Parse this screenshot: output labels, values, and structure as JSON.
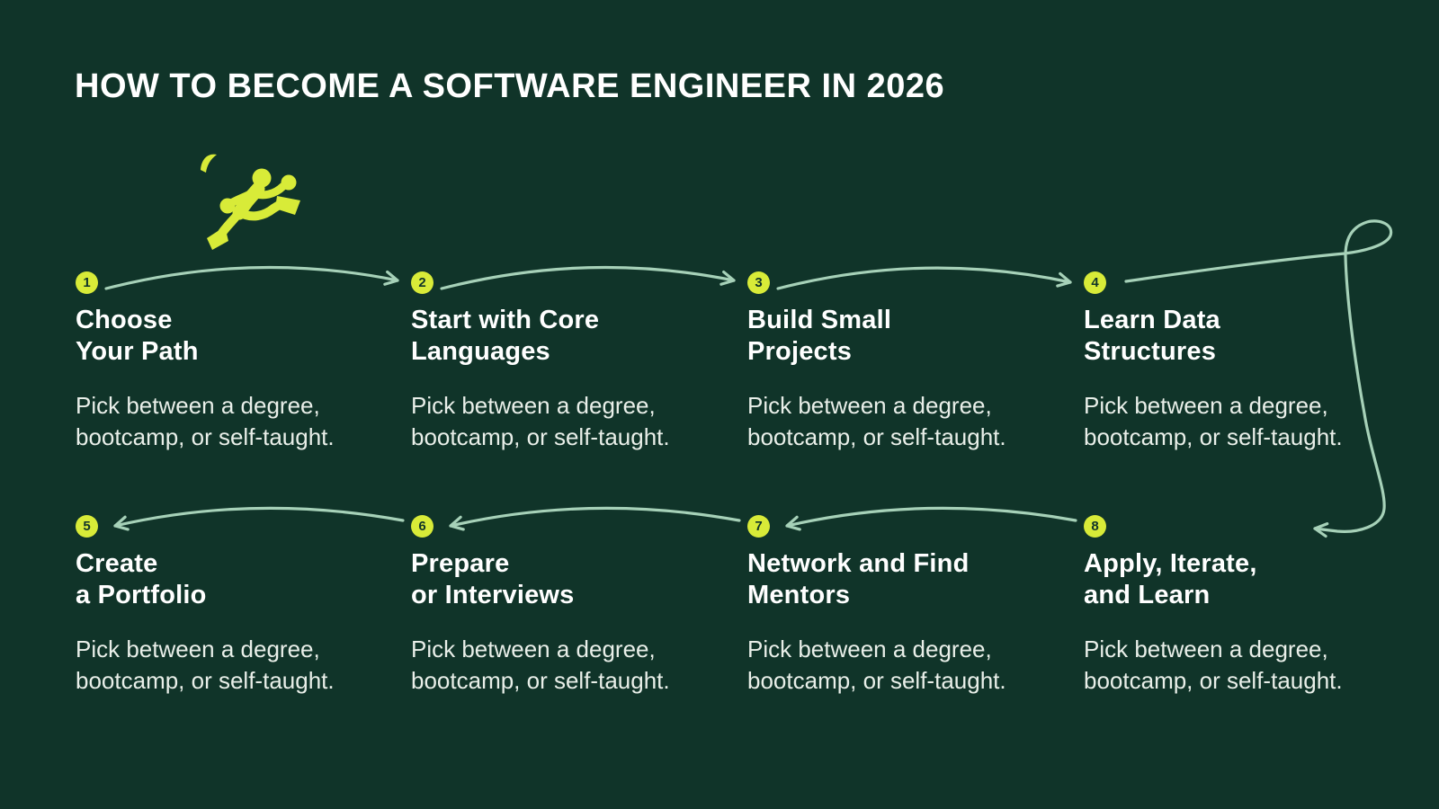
{
  "title": "HOW TO BECOME A SOFTWARE ENGINEER IN 2026",
  "colors": {
    "background": "#103429",
    "lime": "#d8eb38",
    "mint": "#a6d1b8",
    "title_text": "#ffffff",
    "body_text": "#e9efe9"
  },
  "icons": {
    "runner": "running-person-icon",
    "flow_arrow": "chevron-arrow-icon"
  },
  "steps": [
    {
      "number": "1",
      "title": "Choose\nYour Path",
      "description": "Pick between a degree,\nbootcamp, or self-taught."
    },
    {
      "number": "2",
      "title": "Start with Core\nLanguages",
      "description": "Pick between a degree,\nbootcamp, or self-taught."
    },
    {
      "number": "3",
      "title": "Build Small\nProjects",
      "description": "Pick between a degree,\nbootcamp, or self-taught."
    },
    {
      "number": "4",
      "title": "Learn Data\nStructures",
      "description": "Pick between a degree,\nbootcamp, or self-taught."
    },
    {
      "number": "5",
      "title": "Create\na Portfolio",
      "description": "Pick between a degree,\nbootcamp, or self-taught."
    },
    {
      "number": "6",
      "title": "Prepare\nor Interviews",
      "description": "Pick between a degree,\nbootcamp, or self-taught."
    },
    {
      "number": "7",
      "title": "Network and Find\nMentors",
      "description": "Pick between a degree,\nbootcamp, or self-taught."
    },
    {
      "number": "8",
      "title": "Apply, Iterate,\nand Learn",
      "description": "Pick between a degree,\nbootcamp, or self-taught."
    }
  ]
}
